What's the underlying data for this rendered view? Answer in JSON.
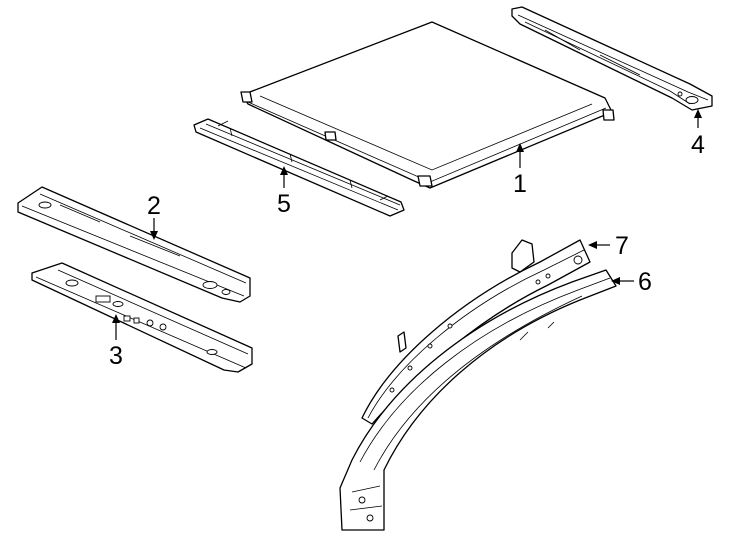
{
  "diagram": {
    "callouts": [
      {
        "number": "1",
        "part": "roof-panel"
      },
      {
        "number": "2",
        "part": "front-roof-bow"
      },
      {
        "number": "3",
        "part": "rear-roof-bow"
      },
      {
        "number": "4",
        "part": "rear-header"
      },
      {
        "number": "5",
        "part": "front-header"
      },
      {
        "number": "6",
        "part": "roof-side-rail-outer"
      },
      {
        "number": "7",
        "part": "roof-side-rail-inner"
      }
    ]
  }
}
